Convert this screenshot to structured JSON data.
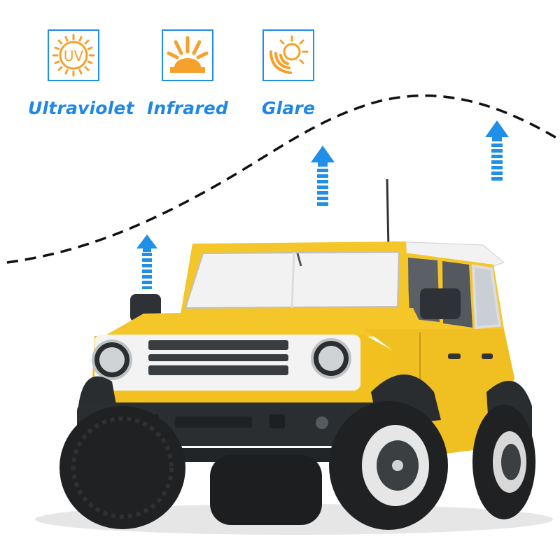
{
  "features": [
    {
      "label": "Ultraviolet",
      "icon": "uv-sun-icon",
      "icon_text": "UV"
    },
    {
      "label": "Infrared",
      "icon": "sunset-rays-icon"
    },
    {
      "label": "Glare",
      "icon": "sun-glare-icon"
    }
  ],
  "colors": {
    "accent_blue": "#1f87e8",
    "icon_orange": "#f5a12b",
    "vehicle_yellow": "#f4c62a",
    "wave_line": "#111111"
  },
  "arrows": [
    {
      "name": "blocked-arrow"
    },
    {
      "name": "blocked-arrow"
    },
    {
      "name": "blocked-arrow"
    }
  ]
}
